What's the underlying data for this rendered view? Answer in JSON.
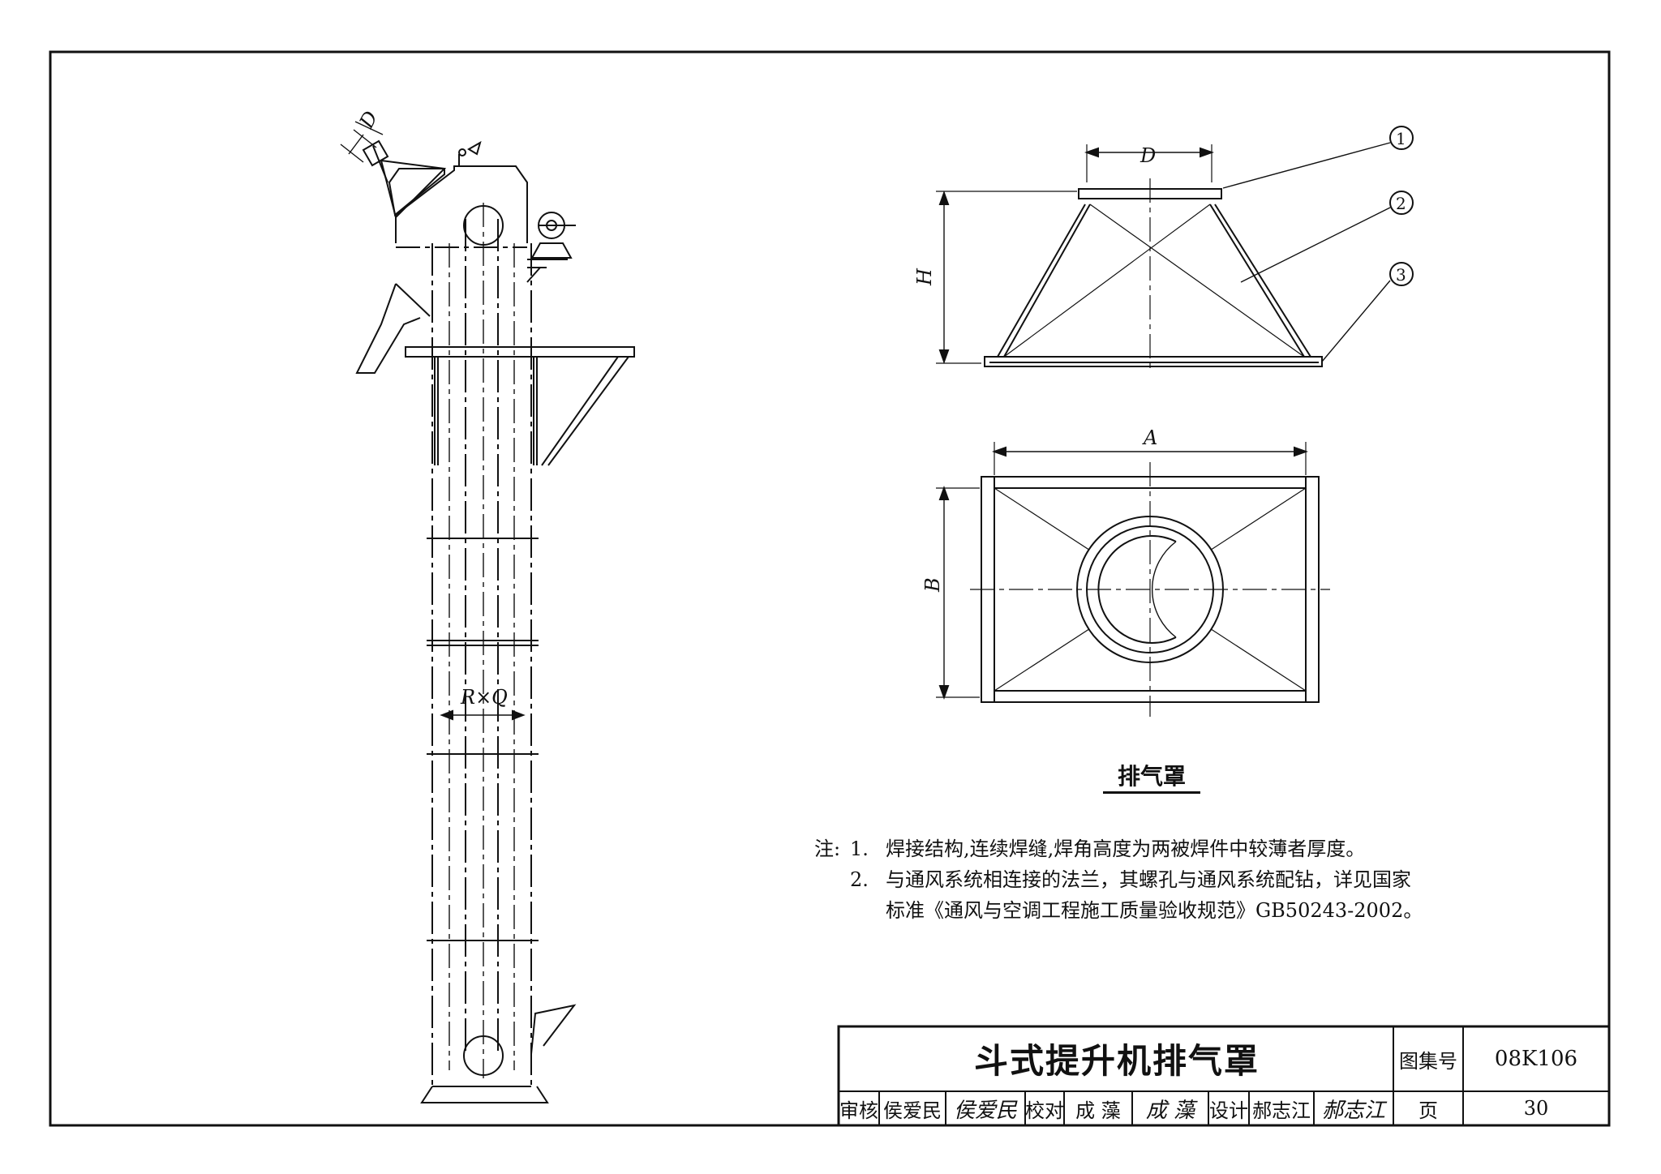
{
  "elevator_labels": {
    "d": "D",
    "rxq": "R×Q"
  },
  "hood_labels": {
    "d": "D",
    "h": "H",
    "a": "A",
    "b": "B",
    "callout_1": "1",
    "callout_2": "2",
    "callout_3": "3"
  },
  "caption": "排气罩",
  "notes": {
    "prefix": "注:",
    "items": [
      {
        "num": "1.",
        "text": "焊接结构,连续焊缝,焊角高度为两被焊件中较薄者厚度。"
      },
      {
        "num": "2.",
        "text": "与通风系统相连接的法兰，其螺孔与通风系统配钻，详见国家"
      },
      {
        "num": "",
        "text": "标准《通风与空调工程施工质量验收规范》GB50243-2002。"
      }
    ]
  },
  "title_block": {
    "title": "斗式提升机排气罩",
    "atlas_label": "图集号",
    "atlas_no": "08K106",
    "review_label": "审核",
    "reviewer": "侯爱民",
    "reviewer_sig": "侯爱民",
    "check_label": "校对",
    "checker": "成  藻",
    "checker_sig": "成 藻",
    "design_label": "设计",
    "designer": "郝志江",
    "designer_sig": "郝志江",
    "page_label": "页",
    "page_no": "30"
  }
}
